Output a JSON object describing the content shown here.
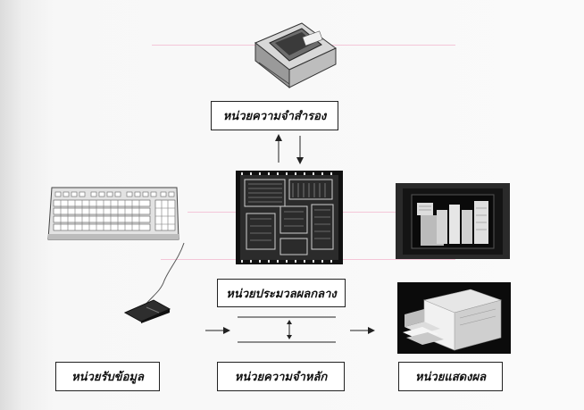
{
  "labels": {
    "secondary_storage": "หน่วยความจำสำรอง",
    "cpu": "หน่วยประมวลผลกลาง",
    "main_memory": "หน่วยความจำหลัก",
    "input": "หน่วยรับข้อมูล",
    "output": "หน่วยแสดงผล"
  },
  "images": {
    "disk_drive": "disk-drive-photo",
    "cpu_chip": "cpu-chip-photo",
    "keyboard": "keyboard-photo",
    "mouse": "mouse-photo",
    "monitor": "monitor-photo",
    "printer": "printer-photo"
  },
  "colors": {
    "line": "#222222",
    "accent_pink": "#f3b9cf"
  }
}
